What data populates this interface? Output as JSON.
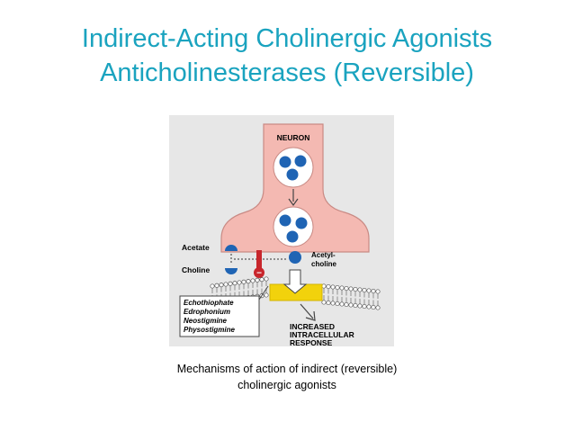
{
  "slide": {
    "title_line1": "Indirect-Acting Cholinergic Agonists",
    "title_line2": "Anticholinesterases (Reversible)"
  },
  "figure": {
    "neuron_label": "NEURON",
    "acetate_label": "Acetate",
    "choline_label": "Choline",
    "ach_label_line1": "Acetyl-",
    "ach_label_line2": "choline",
    "drugs": [
      "Echothiophate",
      "Edrophonium",
      "Neostigmine",
      "Physostigmine"
    ],
    "response_line1": "INCREASED",
    "response_line2": "INTRACELLULAR",
    "response_line3": "RESPONSE",
    "inhibit_symbol": "−"
  },
  "caption": {
    "line1": "Mechanisms of action of indirect (reversible)",
    "line2": "cholinergic agonists"
  },
  "colors": {
    "title": "#1aa3bf",
    "panel_bg": "#e7e7e7",
    "neuron_fill": "#f4b9b2",
    "neuron_stroke": "#c98a84",
    "vesicle_blue": "#1f64b4",
    "receptor_yellow": "#f2d20c",
    "inhibitor_red": "#c8262c"
  }
}
